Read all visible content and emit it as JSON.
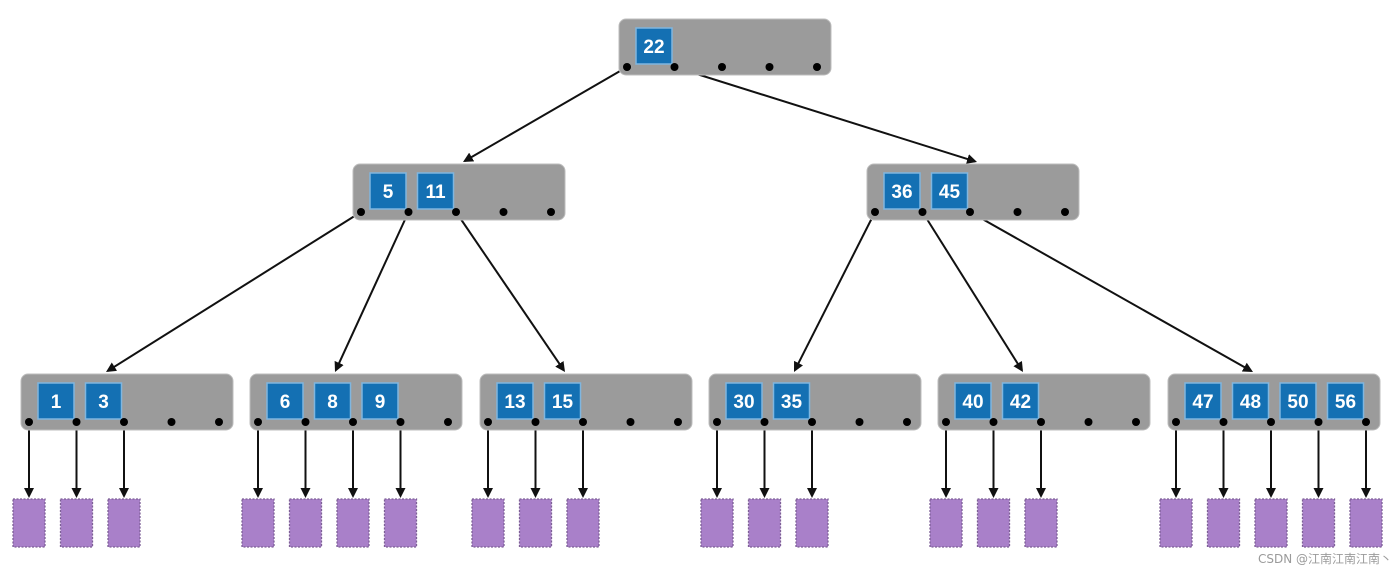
{
  "tree": {
    "root": {
      "keys": [
        "22"
      ]
    },
    "level1": [
      {
        "keys": [
          "5",
          "11"
        ]
      },
      {
        "keys": [
          "36",
          "45"
        ]
      }
    ],
    "level2": [
      {
        "keys": [
          "1",
          "3"
        ]
      },
      {
        "keys": [
          "6",
          "8",
          "9"
        ]
      },
      {
        "keys": [
          "13",
          "15"
        ]
      },
      {
        "keys": [
          "30",
          "35"
        ]
      },
      {
        "keys": [
          "40",
          "42"
        ]
      },
      {
        "keys": [
          "47",
          "48",
          "50",
          "56"
        ]
      }
    ]
  },
  "colors": {
    "node": "#9b9b9b",
    "key": "#1470b3",
    "leaf": "#a980c9",
    "edge": "#111111"
  },
  "watermark": "CSDN @江南江南江南丶"
}
